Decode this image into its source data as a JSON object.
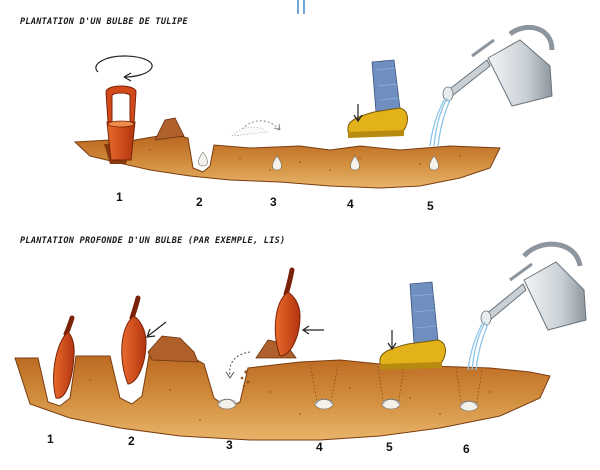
{
  "diagrams": [
    {
      "title": "PLANTATION D'UN BULBE DE TULIPE",
      "steps": [
        "1",
        "2",
        "3",
        "4",
        "5"
      ]
    },
    {
      "title": "PLANTATION PROFONDE D'UN BULBE (PAR EXEMPLE, LIS)",
      "steps": [
        "1",
        "2",
        "3",
        "4",
        "5",
        "6"
      ]
    }
  ],
  "colors": {
    "soil": "#c8782a",
    "soil_dark": "#8a4a14",
    "trowel": "#d24a1c",
    "boot": "#e3b21a",
    "jeans": "#6f8fc0",
    "can": "#cfd6dc",
    "water": "#a9d4ee",
    "bulb": "#f4f1ea"
  }
}
